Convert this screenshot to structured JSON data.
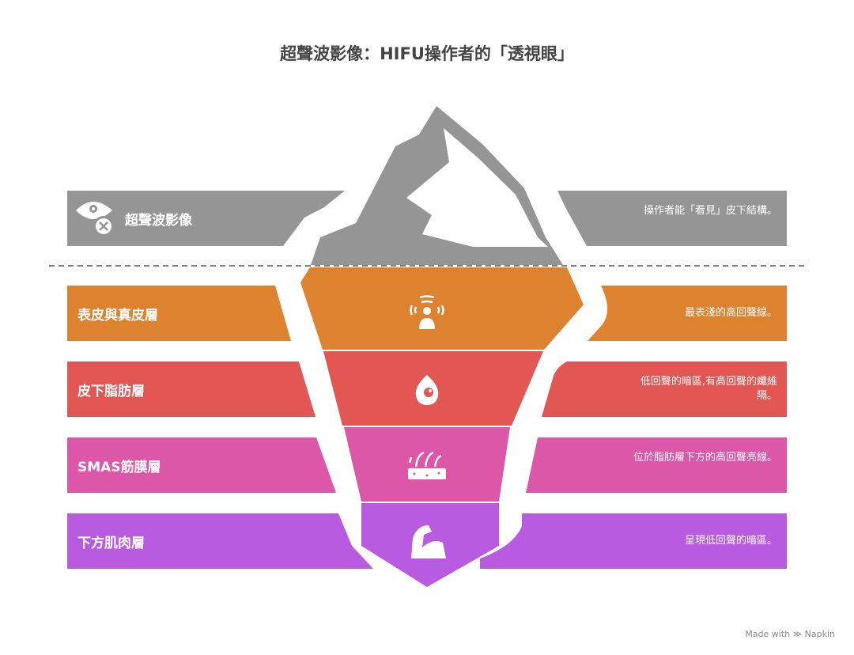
{
  "title": "超聲波影像：HIFU操作者的「透視眼」",
  "colors": {
    "gray": "#959595",
    "orange": "#DD8330",
    "red": "#E25653",
    "pink": "#DC57A7",
    "purple": "#B85BE0"
  },
  "layers": [
    {
      "label": "超聲波影像",
      "description": "操作者能「看見」皮下結構。",
      "icon": "eye-cross-icon"
    },
    {
      "label": "表皮與真皮層",
      "description": "最表淺的高回聲線。",
      "icon": "skin-signal-icon"
    },
    {
      "label": "皮下脂肪層",
      "description": "低回聲的暗區,有高回聲的纖維隔。",
      "icon": "fat-cell-icon"
    },
    {
      "label": "SMAS筋膜層",
      "description": "位於脂肪層下方的高回聲亮線。",
      "icon": "tissue-icon"
    },
    {
      "label": "下方肌肉層",
      "description": "呈現低回聲的暗區。",
      "icon": "muscle-icon"
    }
  ],
  "footer": "Made with ≫ Napkin"
}
